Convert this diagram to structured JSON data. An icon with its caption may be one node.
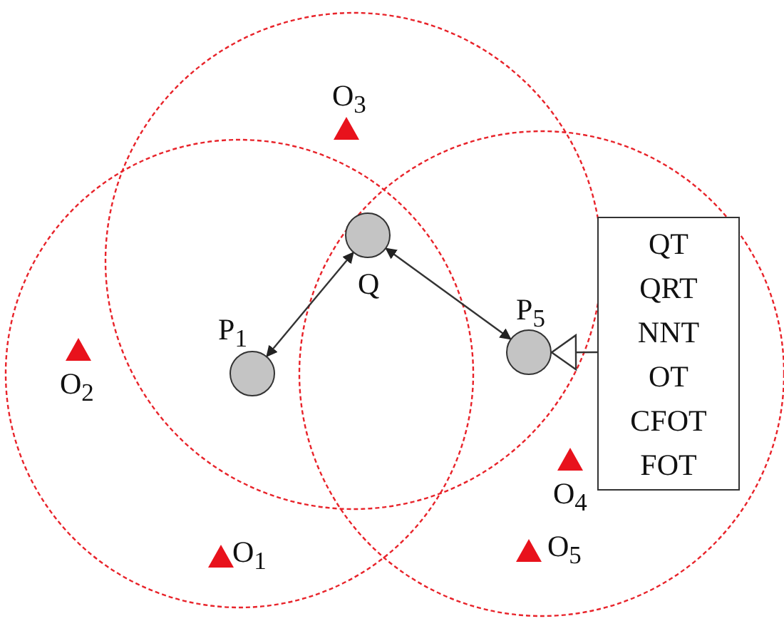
{
  "diagram": {
    "nodes": [
      {
        "text": [
          "P$_{1}$"
        ]
      },
      {
        "text": [
          "Q"
        ]
      },
      {
        "text": [
          "P$_{5}$"
        ]
      },
      {
        "text": [
          "QT",
          "QRT",
          "NNT",
          "OT",
          "CFOT",
          "FOT"
        ]
      }
    ],
    "edges": [
      {
        "from": 0,
        "to": 1,
        "arrow": "both"
      },
      {
        "from": 1,
        "to": 2,
        "arrow": "both"
      },
      {
        "from": 3,
        "to": 2,
        "arrow": "to"
      }
    ],
    "labels": [
      "O$_{3}$",
      "O$_{2}$",
      "O$_{4}$",
      "O$_{5}$",
      "O$_{1}$"
    ]
  }
}
